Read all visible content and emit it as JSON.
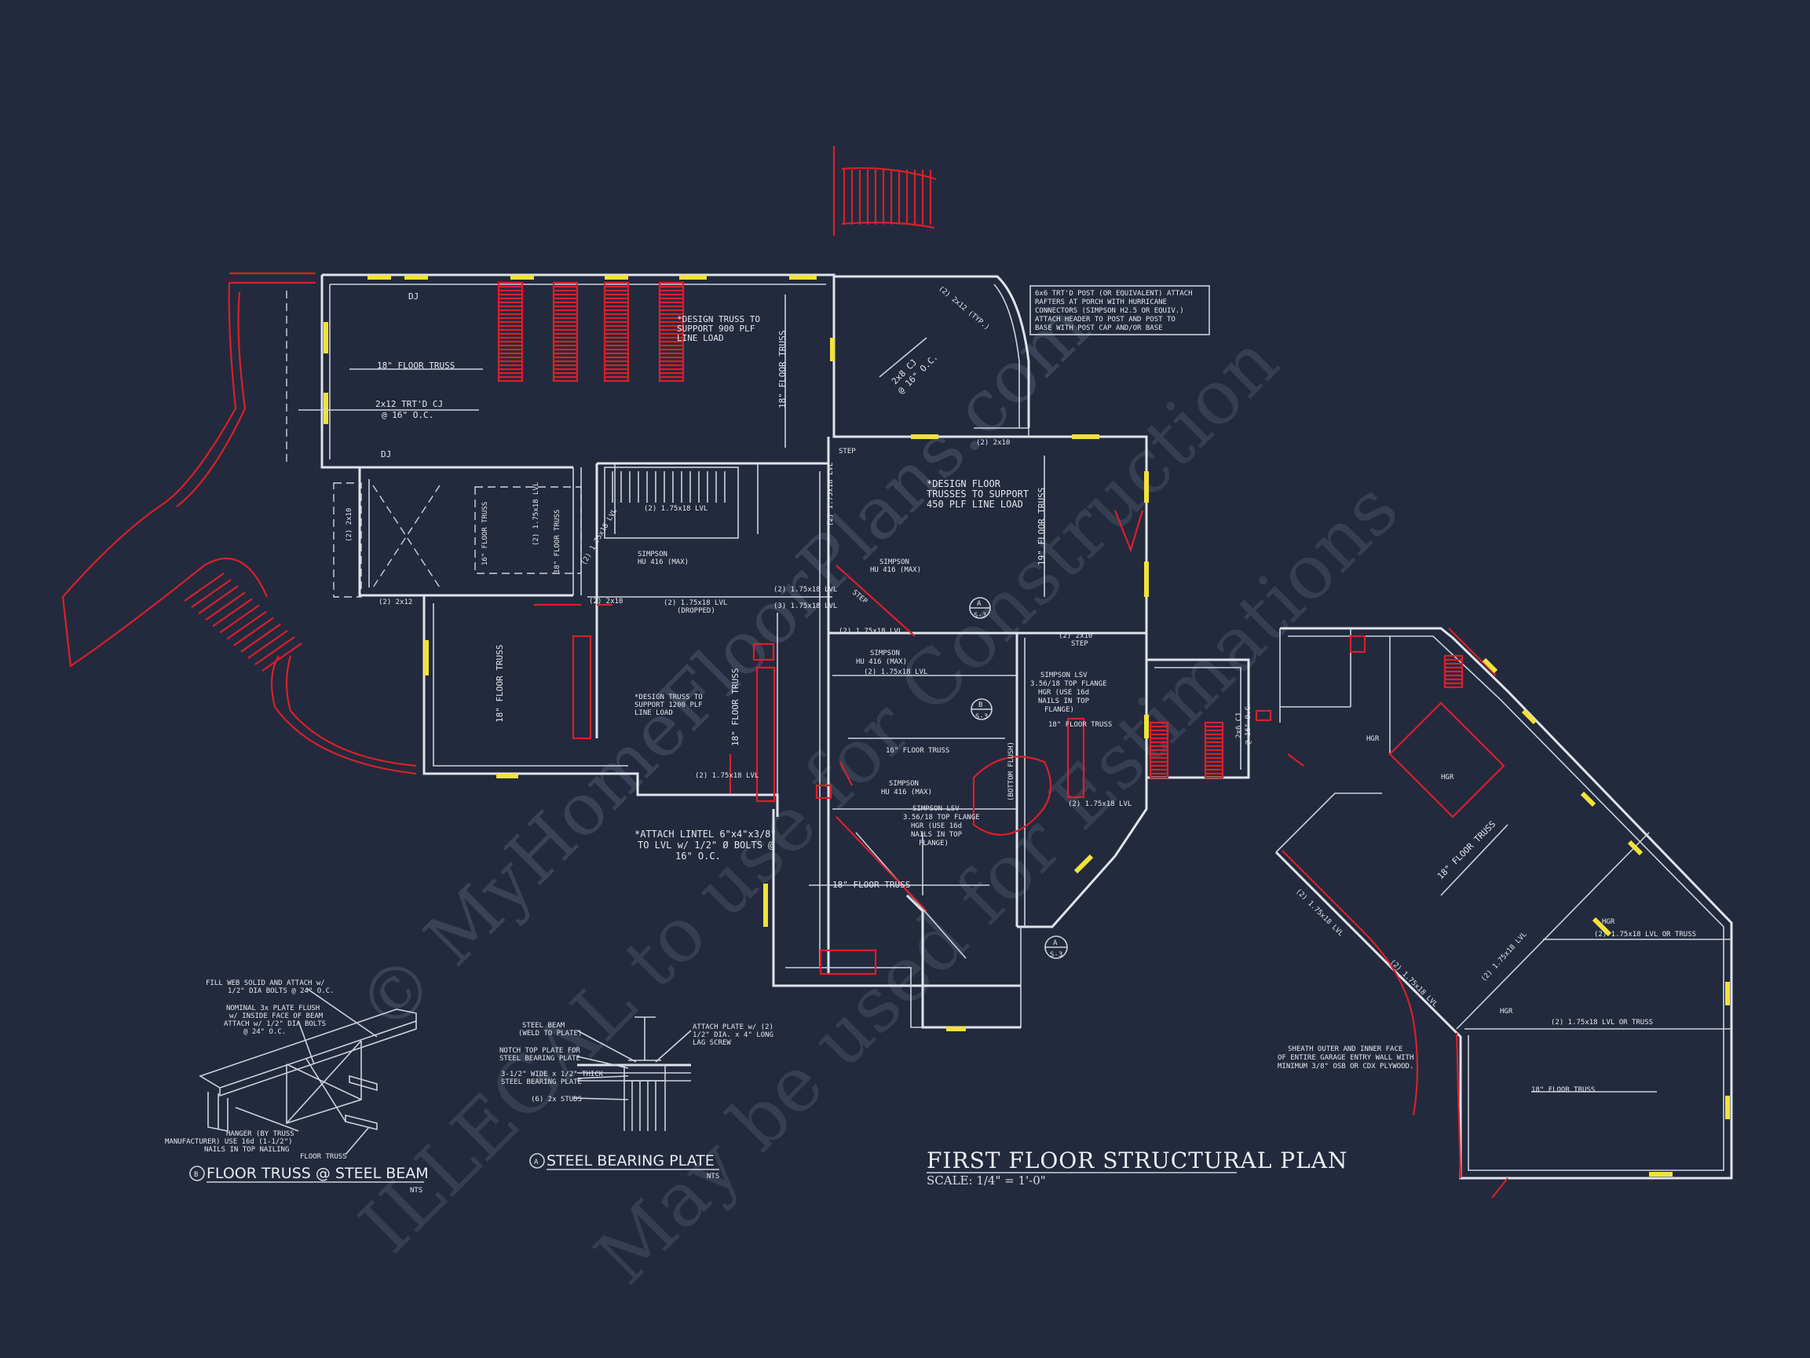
{
  "watermark": {
    "line1": "© MyHomeFloorPlans.com",
    "line2": "ILLEGAL to use for Construction",
    "line3": "May be used for Estimations"
  },
  "plan": {
    "title": "FIRST FLOOR STRUCTURAL PLAN",
    "scale": "SCALE: 1/4\" = 1'-0\""
  },
  "notes": {
    "design_truss_900": [
      "*DESIGN TRUSS TO",
      "SUPPORT 900 PLF",
      "LINE LOAD"
    ],
    "design_floor_450": [
      "*DESIGN FLOOR",
      "TRUSSES TO SUPPORT",
      "450 PLF LINE LOAD"
    ],
    "design_truss_1200": [
      "*DESIGN TRUSS TO",
      "SUPPORT 1200 PLF",
      "LINE LOAD"
    ],
    "porch_post": [
      "6x6 TRT'D POST (OR EQUIVALENT) ATTACH",
      "RAFTERS AT PORCH WITH HURRICANE",
      "CONNECTORS (SIMPSON H2.5 OR EQUIV.)",
      "ATTACH HEADER TO POST AND POST TO",
      "BASE WITH POST CAP AND/OR BASE"
    ],
    "attach_lintel": [
      "*ATTACH LINTEL 6\"x4\"x3/8\"",
      "TO LVL w/ 1/2\" Ø BOLTS @",
      "16\" O.C."
    ],
    "simpson_lsv_1": [
      "SIMPSON LSV",
      "3.56/18 TOP FLANGE",
      "HGR (USE 16d",
      "NAILS IN TOP",
      "FLANGE)"
    ],
    "simpson_lsv_2": [
      "SIMPSON LSV",
      "3.56/18 TOP FLANGE",
      "HGR (USE 16d",
      "NAILS IN TOP",
      "FLANGE)"
    ],
    "sheath": [
      "SHEATH OUTER AND INNER FACE",
      "OF ENTIRE GARAGE ENTRY WALL WITH",
      "MINIMUM 3/8\" OSB OR CDX PLYWOOD."
    ]
  },
  "labels": {
    "dj_top": "DJ",
    "dj_bottom": "DJ",
    "floor_truss_18_a": "18\" FLOOR TRUSS",
    "cj_2x12": "2x12 TRT'D CJ",
    "cj_2x12_oc": "@ 16\" O.C.",
    "floor_truss_18_vert": "18\" FLOOR TRUSS",
    "cj_2x8": "2x8 CJ",
    "cj_2x8_oc": "@ 16\" O.C.",
    "hdr_2x12_curve": "(2) 2x12 (TYP.)",
    "hdr_2x10": "(2) 2x10",
    "step_1": "STEP",
    "step_2": "STEP",
    "step_3": "STEP",
    "floor_truss_19": "19\" FLOOR TRUSS",
    "lvl_175x18_a": "(2) 1.75x18 LVL",
    "lvl_175x18_b": "(2) 1.75x18 LVL",
    "lvl_175x18_c": "(2) 1.75x18 LVL",
    "lvl_175x18_d": "(2) 1.75x18 LVL",
    "lvl_175x18_e": "(2) 1.75x18 LVL",
    "lvl_175x18_f": "(2) 1.75x18 LVL",
    "lvl_175x18_g": "(2) 1.75x18 LVL",
    "lvl_175x18_h": "(2) 1.75x18 LVL",
    "lvl_175x18_i": "(3) 1.75x18 LVL",
    "lvl_dropped": "(2) 1.75x18 LVL",
    "dropped": "(DROPPED)",
    "hdr_2x10_b": "(2) 2x10",
    "hdr_2x12_b": "(2) 2x12",
    "hdr_2x10_c": "(2) 2x10",
    "hdr_2x10_d": "(2) 2x10",
    "floor_truss_18_left": "18\" FLOOR TRUSS",
    "floor_truss_18_mid": "18\" FLOOR TRUSS",
    "floor_truss_18_c": "16\" FLOOR TRUSS",
    "floor_truss_18_d": "18\" FLOOR TRUSS",
    "floor_truss_18_e": "18\" FLOOR TRUSS",
    "floor_truss_18_f": "16\" FLOOR TRUSS",
    "bottom_flush": "(BOTTOM FLUSH)",
    "simpson_hu_1": "SIMPSON",
    "simpson_hu_1b": "HU 416 (MAX)",
    "simpson_hu_2": "SIMPSON",
    "simpson_hu_2b": "HU 416 (MAX)",
    "simpson_hu_3": "SIMPSON",
    "simpson_hu_3b": "HU 416 (MAX)",
    "simpson_hu_4": "SIMPSON",
    "simpson_hu_4b": "HU 416 (MAX)",
    "section_a": "A",
    "section_b": "B",
    "section_s3": "S-3",
    "garage_cj": "2x6 CJ",
    "garage_cj_oc": "@ 16\" O.C.",
    "garage_truss_18": "18\" FLOOR TRUSS",
    "garage_truss_18_b": "18\" FLOOR TRUSS",
    "garage_lvl_or_truss_a": "(2) 1.75x18 LVL OR TRUSS",
    "garage_lvl_or_truss_b": "(2) 1.75x18 LVL OR TRUSS",
    "hgr_a": "HGR",
    "hgr_b": "HGR",
    "hgr_c": "HGR",
    "hgr_d": "HGR",
    "garage_lvl_diag": "(2) 1.75x18 LVL",
    "garage_lvl_diag_b": "(2) 1.75x18 LVL",
    "garage_lvl_diag_c": "(2) 1.75x18 LVL"
  },
  "detail_b": {
    "title": "FLOOR TRUSS @ STEEL BEAM",
    "marker": "B",
    "nts": "NTS",
    "note1": [
      "FILL WEB SOLID AND ATTACH w/",
      "1/2\" DIA BOLTS @ 24\" O.C."
    ],
    "note2": [
      "NOMINAL 3x  PLATE FLUSH",
      "w/ INSIDE FACE OF BEAM",
      "ATTACH w/ 1/2\" DIA BOLTS",
      "@ 24\" O.C."
    ],
    "note3": [
      "HANGER (BY TRUSS",
      "MANUFACTURER) USE 16d (1-1/2\")",
      "NAILS IN TOP NAILING"
    ],
    "note4": "FLOOR TRUSS"
  },
  "detail_a": {
    "title": "STEEL BEARING PLATE",
    "marker": "A",
    "nts": "NTS",
    "note1": [
      "STEEL BEAM",
      "(WELD TO PLATE)"
    ],
    "note2": [
      "NOTCH TOP PLATE FOR",
      "STEEL BEARING PLATE"
    ],
    "note3": [
      "3-1/2\" WIDE x 1/2\" THICK",
      "STEEL BEARING PLATE"
    ],
    "note4": "(6) 2x STUDS",
    "note5": [
      "ATTACH PLATE w/ (2)",
      "1/2\" DIA. x 4\" LONG",
      "LAG SCREW"
    ]
  },
  "colors": {
    "background": "#232a3d",
    "wall": "#dfe3ec",
    "red": "#d9202a",
    "yellow": "#f2e23a"
  }
}
